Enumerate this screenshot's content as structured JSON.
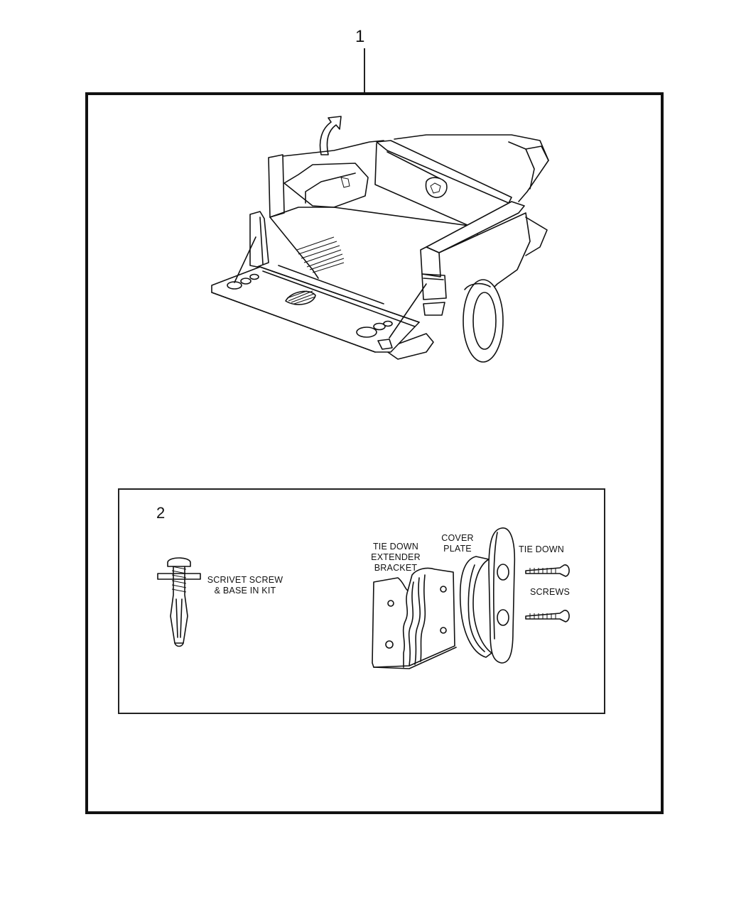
{
  "callouts": {
    "main": "1",
    "kit": "2"
  },
  "labels": {
    "scrivet": [
      "SCRIVET SCREW",
      "& BASE IN KIT"
    ],
    "bracket": [
      "TIE DOWN",
      "EXTENDER",
      "BRACKET"
    ],
    "cover": [
      "COVER",
      "PLATE"
    ],
    "tiedown": "TIE DOWN",
    "screws": "SCREWS"
  }
}
